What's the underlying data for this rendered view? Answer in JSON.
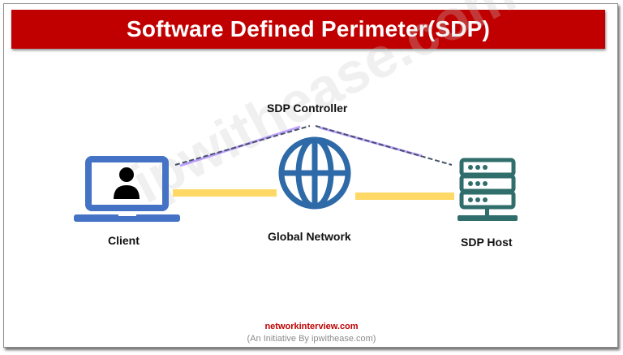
{
  "header": {
    "title": "Software Defined Perimeter(SDP)"
  },
  "diagram": {
    "nodes": [
      {
        "id": "client",
        "label": "Client",
        "icon": "laptop-user-icon",
        "color": "#4472c4"
      },
      {
        "id": "controller",
        "label": "SDP Controller",
        "icon": "none"
      },
      {
        "id": "network",
        "label": "Global Network",
        "icon": "globe-icon",
        "color": "#2e6aa8"
      },
      {
        "id": "host",
        "label": "SDP Host",
        "icon": "server-icon",
        "color": "#2f6e6a"
      }
    ],
    "edges": [
      {
        "from": "client",
        "to": "controller",
        "style": "dashed",
        "color": "#44546a"
      },
      {
        "from": "controller",
        "to": "host",
        "style": "dashed",
        "color": "#44546a"
      },
      {
        "from": "client",
        "to": "network",
        "style": "solid",
        "color": "#ffd966"
      },
      {
        "from": "network",
        "to": "host",
        "style": "solid",
        "color": "#ffd966"
      }
    ],
    "watermark": "ipwithease.com"
  },
  "footer": {
    "site": "networkinterview.com",
    "tagline": "(An Initiative By ipwithease.com)"
  },
  "colors": {
    "title_bg": "#c00000",
    "link_red": "#c00000"
  }
}
